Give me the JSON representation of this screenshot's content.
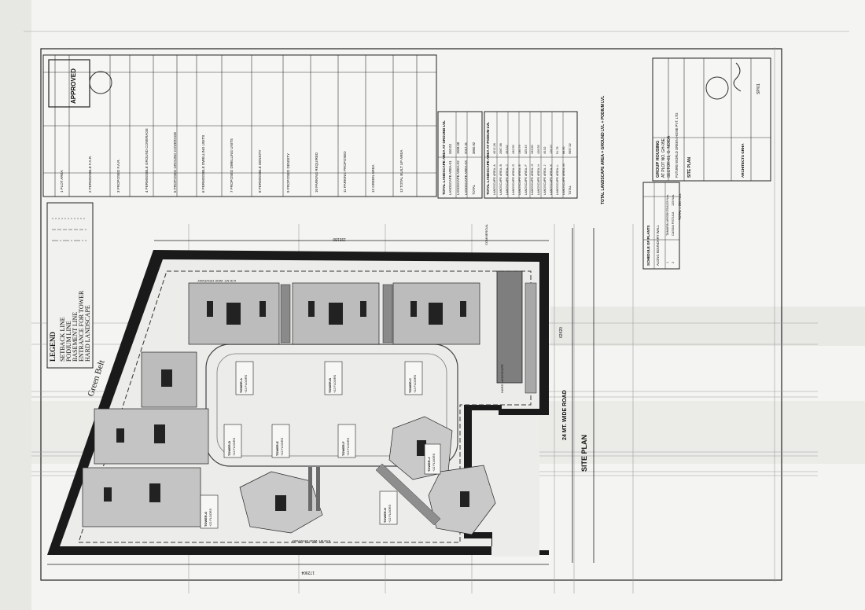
{
  "legend": {
    "title": "LEGEND",
    "items": [
      "SETBACK LINE",
      "PODIUM LINE",
      "BASEMENT LINE",
      "ENTRANCE FOR TOWER",
      "HARD LANDSCAPE"
    ]
  },
  "labels": {
    "green_belt": "Green Belt",
    "road": "24 MT. WIDE ROAD",
    "site_plan": "SITE PLAN",
    "schedule_title": "SCHEDULE OF PLANTS",
    "schedule_sub": "ALONG BOUNDARY WALL",
    "approved_stamp": "APPROVED"
  },
  "area_table": {
    "title": "AREA STATEMENT",
    "rows": [
      [
        "1",
        "PLOT AREA",
        "1"
      ],
      [
        "2",
        "PERMISSIBLE F.A.R.",
        "2"
      ],
      [
        "3",
        "PROPOSED F.A.R.",
        "3"
      ],
      [
        "4",
        "PERMISSIBLE GROUND COVERAGE",
        "4"
      ],
      [
        "5",
        "PROPOSED GROUND COVERAGE",
        "5"
      ],
      [
        "6",
        "PERMISSIBLE DWELLING UNITS",
        "6"
      ],
      [
        "7",
        "PROPOSED DWELLING UNITS",
        "7"
      ],
      [
        "8",
        "PERMISSIBLE DENSITY",
        "8"
      ],
      [
        "9",
        "PROPOSED DENSITY",
        "9"
      ],
      [
        "10",
        "PARKING REQUIRED",
        "10"
      ],
      [
        "11",
        "PARKING PROPOSED",
        "11"
      ],
      [
        "12",
        "GREEN AREA",
        "12"
      ],
      [
        "13",
        "TOTAL BUILT UP AREA",
        "13"
      ]
    ]
  },
  "landscape_ground": {
    "title": "TOTAL LANDSCAPE AREA AT GROUND LVL",
    "rows": [
      [
        "LANDSCAPE AREA-01",
        "340.03"
      ],
      [
        "LANDSCAPE AREA-02",
        "1508.58"
      ],
      [
        "LANDSCAPE AREA-03",
        "2012.31"
      ],
      [
        "TOTAL",
        "3860.92"
      ]
    ]
  },
  "landscape_podium": {
    "title": "TOTAL LANDSCAPE AREA AT PODIUM LVL",
    "rows": [
      [
        "LANDSCAPE AREA- A",
        "4012.28"
      ],
      [
        "LANDSCAPE AREA- B",
        "2087.98"
      ],
      [
        "LANDSCAPE AREA- C",
        "393.62"
      ],
      [
        "LANDSCAPE AREA- D",
        "432.59"
      ],
      [
        "LANDSCAPE AREA- E",
        "130.79"
      ],
      [
        "LANDSCAPE AREA- F",
        "325.49"
      ],
      [
        "LANDSCAPE AREA- G",
        "433.60"
      ],
      [
        "LANDSCAPE AREA- H",
        "426.59"
      ],
      [
        "LANDSCAPE AREA- J",
        "40.52"
      ],
      [
        "LANDSCAPE AREA- K",
        "126.10"
      ],
      [
        "LANDSCAPE AREA- L",
        "51.76"
      ],
      [
        "LANDSCAPE AREA- M",
        "68.96"
      ],
      [
        "TOTAL",
        "9597.52"
      ]
    ]
  },
  "landscape_total": "TOTAL LANDSCAPE AREA = GROUND LVL + PODIUM LVL",
  "schedule": {
    "rows": [
      [
        "1",
        "TAMARIN ARGENTEA",
        "125 Nos."
      ],
      [
        "2",
        "CASSIA FISTULA",
        "125 Nos."
      ]
    ],
    "total": "TOTAL = 250 Nos."
  },
  "title_block": {
    "project": "GROUP HOUSING",
    "address_1": "AT PLOT NO. GH-05E,",
    "address_2": "SECTOR-61, G. NOIDA",
    "client": "FUTURE WORLD GREEN HOME PVT. LTD.",
    "drawing_title": "SITE PLAN",
    "architect": "ARCHITECTS GRHA",
    "drawing_no": "SP/01"
  },
  "towers": [
    {
      "name": "TOWER-A",
      "floors": "+22 FLOORS"
    },
    {
      "name": "TOWER-B",
      "floors": "+22 FLOORS"
    },
    {
      "name": "TOWER-C",
      "floors": "+22 FLOORS"
    },
    {
      "name": "TOWER-D",
      "floors": "+22 FLOORS"
    },
    {
      "name": "TOWER-E",
      "floors": "+22 FLOORS"
    },
    {
      "name": "TOWER-F",
      "floors": "+22 FLOORS"
    },
    {
      "name": "TOWER-G",
      "floors": "+22 FLOORS"
    },
    {
      "name": "TOWER-H",
      "floors": "+22 FLOORS"
    },
    {
      "name": "TOWER-J",
      "floors": "+22 FLOORS"
    }
  ],
  "misc": {
    "driveway": "6.00 MT. WIDE DRIVEWAY",
    "commercial": "COMMERCIAL",
    "hard_landscape": "HARD LANDSCAPE",
    "dim_top": "193180",
    "dim_bottom": "172904",
    "dim_right": "62420"
  },
  "colors": {
    "paper": "#f3f3f1",
    "ink": "#111111",
    "grey": "#9a9a9a"
  }
}
